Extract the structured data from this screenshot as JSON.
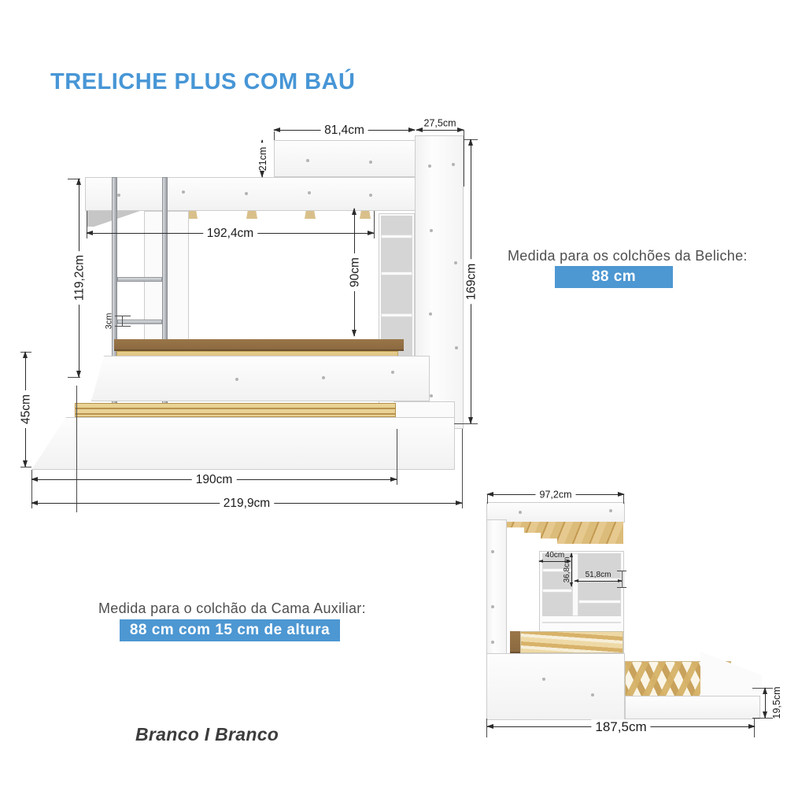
{
  "title": "TRELICHE PLUS COM BAÚ",
  "notes": {
    "bunk": {
      "label": "Medida para os colchões da Beliche:",
      "badge": "88 cm"
    },
    "auxiliary": {
      "label": "Medida para o colchão da Cama Auxiliar:",
      "badge": "88 cm com 15 cm de altura"
    }
  },
  "footer": {
    "finish": "Branco I Branco"
  },
  "side_view": {
    "dims": {
      "shelf_top_width": "81,4cm",
      "cabinet_depth": "27,5cm",
      "shelf_rise": "21cm",
      "inner_length": "192,4cm",
      "upper_bed_height": "119,2cm",
      "ladder_rung": "3cm",
      "inner_clearance": "90cm",
      "total_height": "169cm",
      "base_height": "45cm",
      "bed_length": "190cm",
      "total_length": "219,9cm"
    }
  },
  "front_view": {
    "dims": {
      "top_width": "97,2cm",
      "niche_width": "40cm",
      "niche_height": "36,8cm",
      "lower_niche_width": "51,8cm",
      "total_width": "187,5cm",
      "trundle_height": "19,5cm"
    }
  },
  "colors": {
    "accent_blue": "#4796d6",
    "badge_blue": "#4d97d2",
    "note_text": "#4f4f4f",
    "footer_text": "#3c3c3c",
    "dim_line": "#2b2b2b",
    "panel_white": "#fbfbfb",
    "panel_border": "#cdcdcd",
    "pine": "#dec27f",
    "pine_dark": "#b9934d",
    "mdf_brown": "#8c6a41",
    "ladder_silver": "#c2c5c9",
    "inset_gray": "#d5d5d5"
  }
}
